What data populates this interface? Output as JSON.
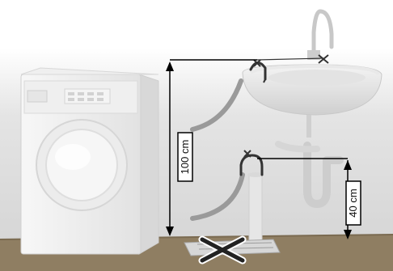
{
  "dimensions": {
    "upper": {
      "label": "100 cm",
      "value": 100,
      "unit": "cm"
    },
    "lower": {
      "label": "40 cm",
      "value": 40,
      "unit": "cm"
    }
  },
  "colors": {
    "floor": "#8f7e62",
    "wall": "#d9d9d9",
    "appliance": "#f2f2f2",
    "hose": "#9a9a9a",
    "dimension_line": "#000000"
  },
  "icons": {
    "upper_hose_hook": "hose-hook-icon",
    "lower_hose_hook": "hose-hook-icon",
    "prohibited_floor_drain": "cross-mark-icon"
  }
}
